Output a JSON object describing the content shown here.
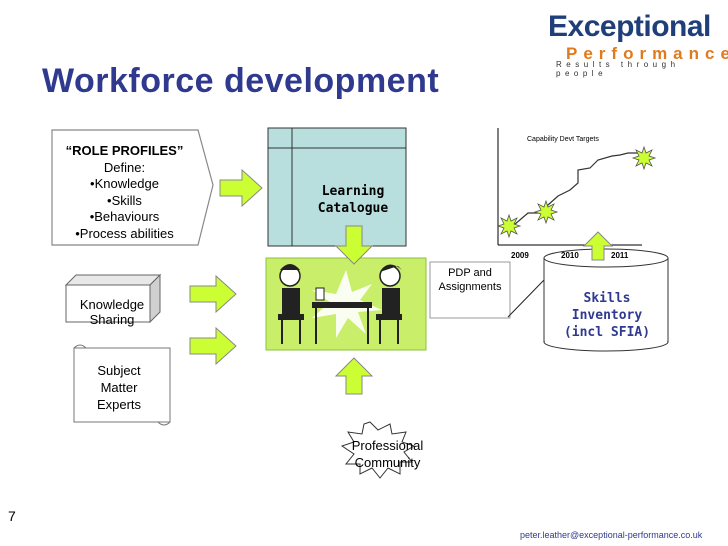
{
  "title": "Workforce development",
  "logo": {
    "main": "Exceptional",
    "sub": "Performance",
    "tagline": "Results through people"
  },
  "role_profiles": {
    "header": "“ROLE PROFILES”",
    "define": "Define:",
    "items": [
      "•Knowledge",
      "•Skills",
      "•Behaviours",
      "•Process abilities"
    ]
  },
  "learning_catalogue": [
    "Learning",
    "Catalogue"
  ],
  "knowledge_sharing": [
    "Knowledge",
    "Sharing"
  ],
  "subject_experts": [
    "Subject",
    "Matter",
    "Experts"
  ],
  "pdp": [
    "PDP and",
    "Assignments"
  ],
  "skills_inventory": [
    "Skills",
    "Inventory",
    "(incl SFIA)"
  ],
  "professional_community": [
    "Professional",
    "Community"
  ],
  "chart_data": {
    "type": "line",
    "title": "Capability Devt Targets",
    "x_ticks": [
      "2009",
      "2010",
      "2011"
    ]
  },
  "slide_number": "7",
  "email": "peter.leather@exceptional-performance.co.uk",
  "colors": {
    "arrow_fill": "#ccff33",
    "title": "#2f3a8f",
    "panel": "#b8dede",
    "logo_orange": "#e07a1e"
  },
  "icons": [
    "starburst-icon",
    "people-meeting-icon"
  ]
}
